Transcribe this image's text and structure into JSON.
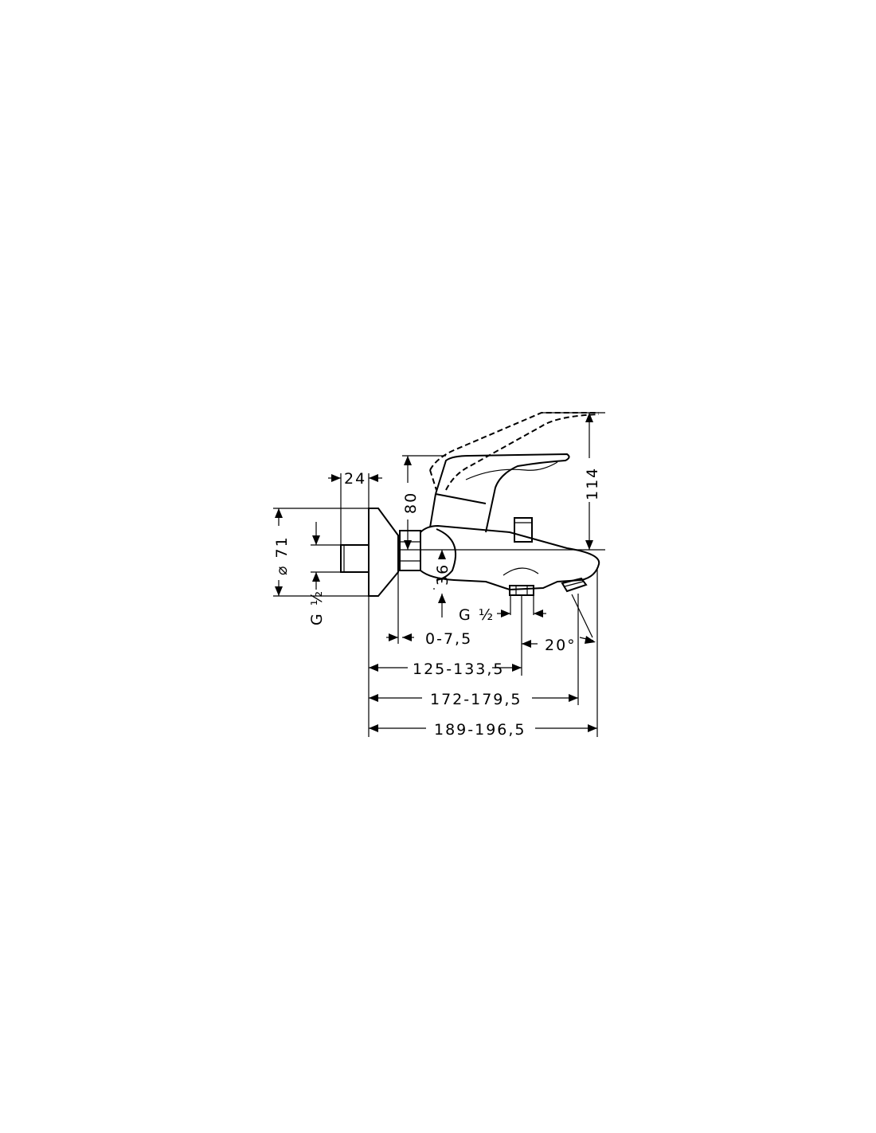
{
  "dimensions": {
    "w24": "24",
    "h80": "80",
    "h114": "114",
    "dia71": "⌀ 71",
    "thread_left": "G ½",
    "h36": "36",
    "thread_spout": "G ½",
    "adj": "0-7,5",
    "angle": "20°",
    "l125": "125-133,5",
    "l172": "172-179,5",
    "l189": "189-196,5"
  }
}
